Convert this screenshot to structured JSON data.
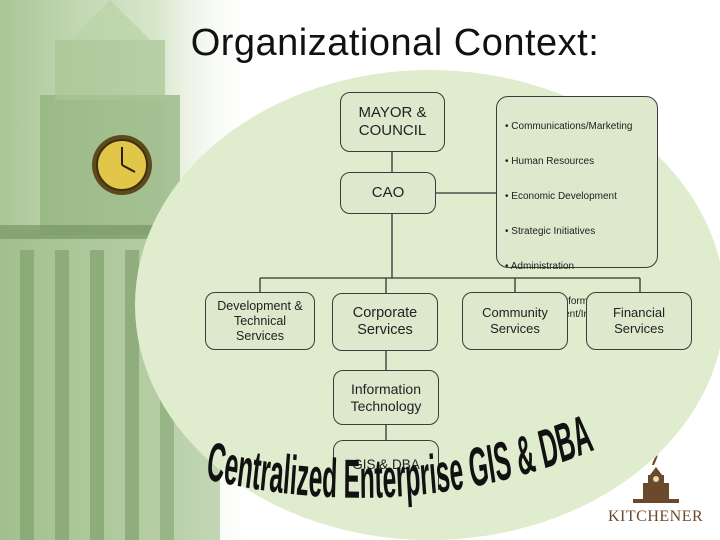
{
  "title": "Organizational Context:",
  "boxes": {
    "mayor": "MAYOR &\nCOUNCIL",
    "cao": "CAO",
    "development": "Development &\nTechnical\nServices",
    "corporate": "Corporate\nServices",
    "community": "Community\nServices",
    "financial": "Financial\nServices",
    "it": "Information\nTechnology",
    "gis": "GIS & DBA"
  },
  "staff_functions": [
    "• Communications/Marketing",
    "• Human Resources",
    "• Economic Development",
    "• Strategic Initiatives",
    "• Administration",
    "• Performance Measurement/Internal Audit"
  ],
  "banner": "Centralized Enterprise GIS & DBA",
  "logo": "KITCHENER",
  "colors": {
    "ellipse": "#dfeccd",
    "box_fill": "#dde8cc",
    "banner": "#111111",
    "logo": "#6b4a2b"
  }
}
